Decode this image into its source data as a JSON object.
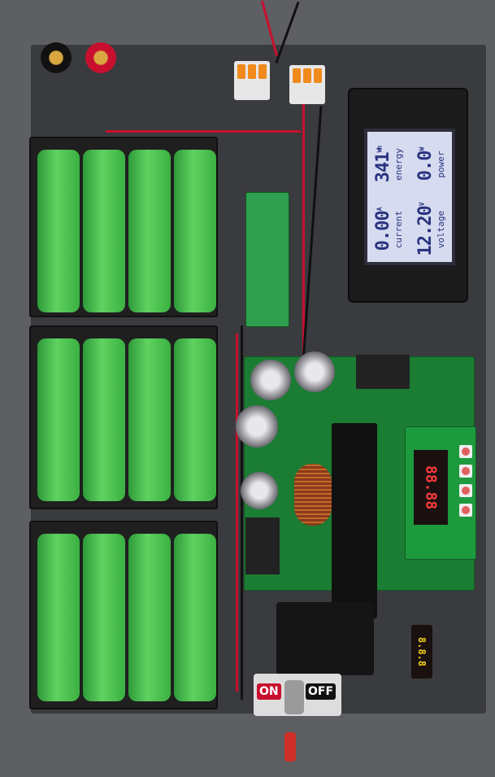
{
  "power_meter": {
    "voltage": {
      "value": "12.20",
      "unit": "V",
      "label": "voltage"
    },
    "current": {
      "value": "0.00",
      "unit": "A",
      "label": "current"
    },
    "power": {
      "value": "0.0",
      "unit": "W",
      "label": "power"
    },
    "energy": {
      "value": "341",
      "unit": "Wh",
      "label": "energy"
    }
  },
  "converter_display": {
    "value": "88.88"
  },
  "voltmeter": {
    "value": "8.8.8"
  },
  "switch": {
    "on_label": "ON",
    "off_label": "OFF"
  },
  "colors": {
    "battery_green": "#4cc552",
    "pcb_green": "#1a7d33",
    "lcd_blue": "#2a3480",
    "wire_red": "#c8102e"
  }
}
